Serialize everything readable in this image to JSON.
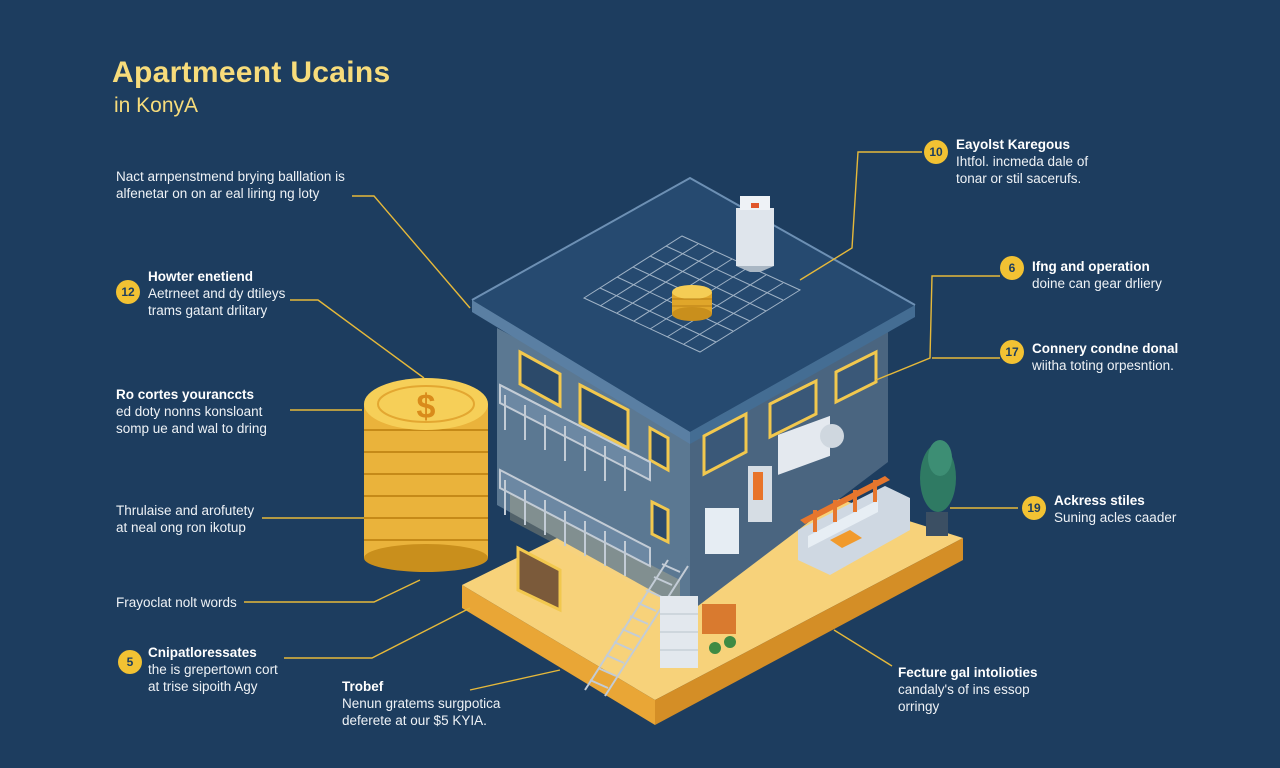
{
  "header": {
    "title": "Apartmeent Ucains",
    "subtitle": "in KonyA"
  },
  "callouts_left": [
    {
      "lines": [
        "Nact arnpenstmend brying balllation is",
        "alfenetar on on ar eal liring ng loty"
      ]
    },
    {
      "badge": "12",
      "heading": "Howter enetiend",
      "lines": [
        "Aetrneet and dy dtileys",
        "trams gatant drlitary"
      ]
    },
    {
      "heading": "Ro cortes youranccts",
      "lines": [
        "ed doty nonns konsloant",
        "somp ue and wal to dring"
      ]
    },
    {
      "lines": [
        "Thrulaise and arofutety",
        "at neal ong ron ikotup"
      ]
    },
    {
      "lines": [
        "Frayoclat nolt words"
      ]
    },
    {
      "badge": "5",
      "heading": "Cnipatloressates",
      "lines": [
        "the is grepertown cort",
        "at trise sipoith Agy"
      ]
    },
    {
      "heading": "Trobef",
      "lines": [
        "Nenun gratems surgpotica",
        "deferete at our $5 KYIA."
      ]
    }
  ],
  "callouts_right": [
    {
      "badge": "10",
      "heading": "Eayolst Karegous",
      "lines": [
        "Ihtfol. incmeda dale of",
        "tonar or stil sacerufs."
      ]
    },
    {
      "badge": "6",
      "heading": "Ifng and operation",
      "lines": [
        "doine can gear drliery"
      ]
    },
    {
      "badge": "17",
      "heading": "Connery condne donal",
      "lines": [
        "wiitha toting orpesntion."
      ]
    },
    {
      "badge": "19",
      "heading": "Ackress stiles",
      "lines": [
        "Suning acles caader"
      ]
    },
    {
      "heading": "Fecture gal intolioties",
      "lines": [
        "candaly's of ins essop",
        "orringy"
      ]
    }
  ],
  "illustration": {
    "coin_symbol": "$",
    "icons": [
      "coin-stack-icon",
      "apartment-building-icon",
      "solar-grid-icon",
      "chimney-icon",
      "potted-tree-icon",
      "staircase-icon",
      "sofa-icon"
    ],
    "colors": {
      "background": "#1d3d5f",
      "accent_gold": "#f2c233",
      "title": "#f7dc7b",
      "wall": "#5b7892",
      "wall_dark": "#4a6580",
      "roof": "#264a70",
      "base": "#f0b94a"
    }
  }
}
